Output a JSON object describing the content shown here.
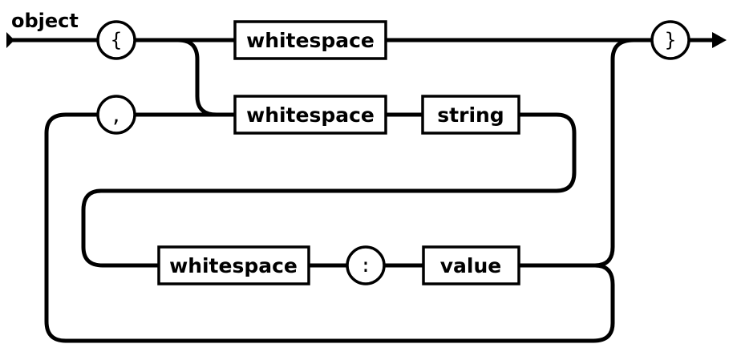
{
  "title": "object",
  "nodes": {
    "open_brace": "{",
    "close_brace": "}",
    "comma": ",",
    "colon": ":",
    "whitespace_top": "whitespace",
    "whitespace_mid": "whitespace",
    "string": "string",
    "whitespace_bottom": "whitespace",
    "value": "value"
  }
}
